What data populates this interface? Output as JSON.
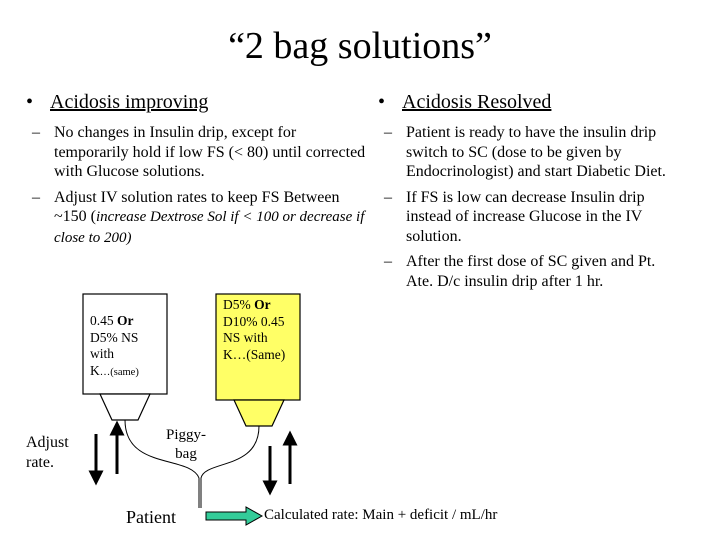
{
  "title": "“2 bag solutions”",
  "left": {
    "bullet": "Acidosis improving",
    "sub1": "No changes in Insulin drip, except for temporarily hold if low FS (< 80) until corrected with Glucose solutions.",
    "sub2_main": "Adjust IV solution rates to keep FS Between ~150 (",
    "sub2_italic": "increase Dextrose Sol if < 100 or decrease if close to 200)"
  },
  "right": {
    "bullet": "Acidosis Resolved",
    "sub1": "Patient is ready to have the insulin drip switch to SC (dose to be given by Endocrinologist) and start Diabetic Diet.",
    "sub2": "If FS is low can decrease Insulin drip instead of increase Glucose in the IV solution.",
    "sub3": "After the first dose of SC given and Pt. Ate. D/c insulin drip after 1 hr."
  },
  "bag1": {
    "line1_a": "0.45 ",
    "line1_b": "Or",
    "line2": "D5% NS",
    "line3": "with",
    "line4_a": "K",
    "line4_b": "…(same)"
  },
  "bag2": {
    "line1_a": "D5% ",
    "line1_b": "Or",
    "line2": "D10% 0.45",
    "line3": "NS with",
    "line4": "K…(Same)"
  },
  "labels": {
    "adjust_rate": "Adjust rate.",
    "piggyback": "Piggy-bag",
    "patient": "Patient",
    "calculated": "Calculated rate: Main + deficit / mL/hr"
  },
  "colors": {
    "bag2_fill": "#ffff66",
    "arrow_fill": "#33cc99"
  }
}
